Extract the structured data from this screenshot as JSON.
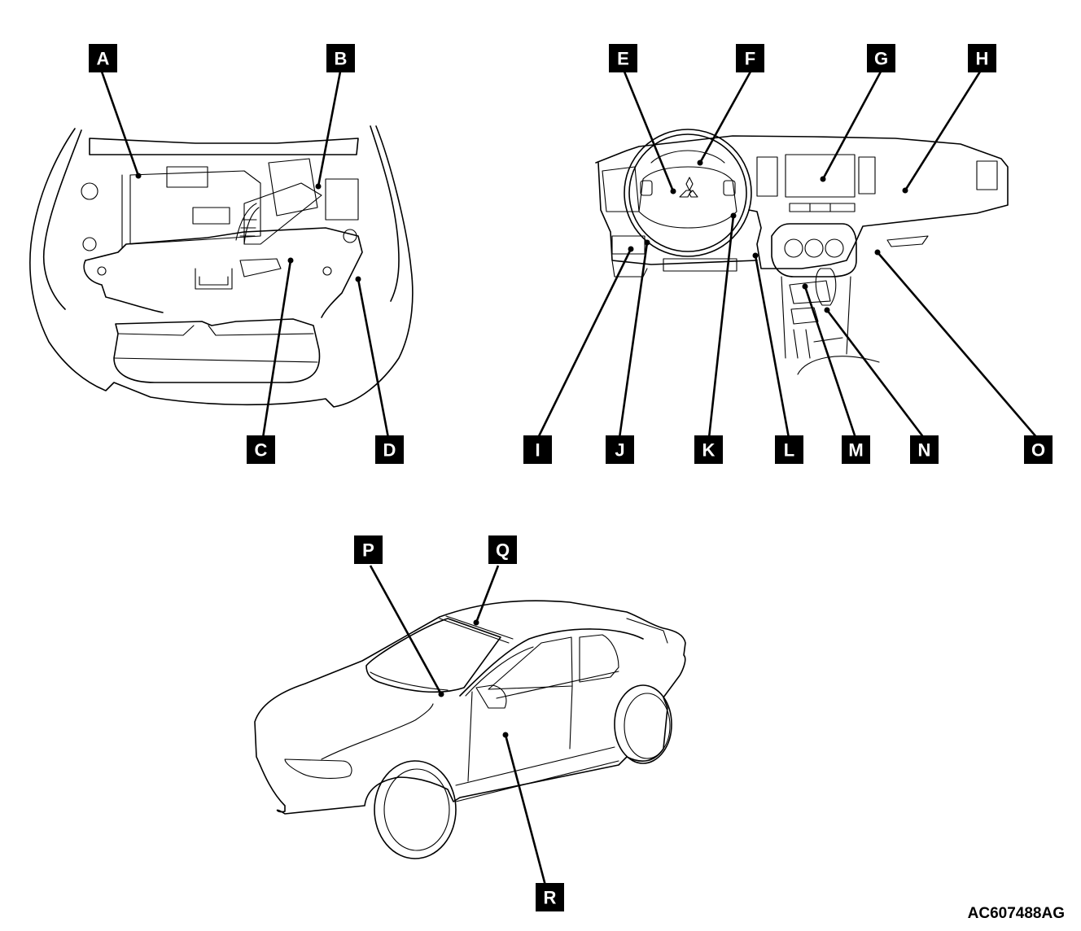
{
  "figure_id": "AC607488AG",
  "views": [
    {
      "name": "engine-compartment",
      "labels": [
        "A",
        "B",
        "C",
        "D"
      ]
    },
    {
      "name": "instrument-panel",
      "labels": [
        "E",
        "F",
        "G",
        "H",
        "I",
        "J",
        "K",
        "L",
        "M",
        "N",
        "O"
      ]
    },
    {
      "name": "vehicle-exterior",
      "labels": [
        "P",
        "Q",
        "R"
      ]
    }
  ],
  "callouts": {
    "A": "A",
    "B": "B",
    "C": "C",
    "D": "D",
    "E": "E",
    "F": "F",
    "G": "G",
    "H": "H",
    "I": "I",
    "J": "J",
    "K": "K",
    "L": "L",
    "M": "M",
    "N": "N",
    "O": "O",
    "P": "P",
    "Q": "Q",
    "R": "R"
  },
  "colors": {
    "line": "#000000",
    "label_bg": "#000000",
    "label_fg": "#ffffff",
    "background": "#ffffff"
  }
}
